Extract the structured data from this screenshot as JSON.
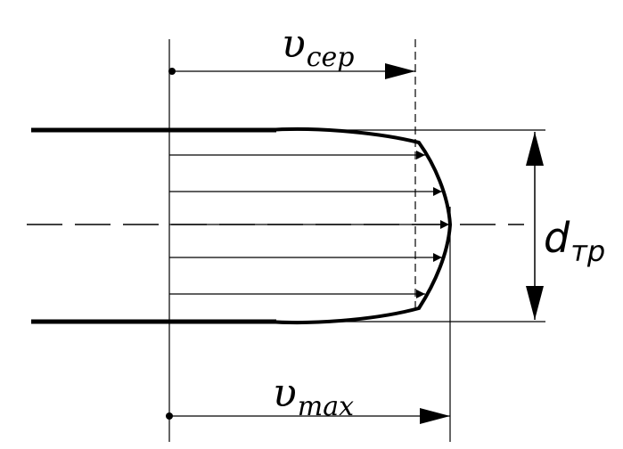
{
  "labels": {
    "v_cep": {
      "symbol": "υ",
      "subscript": "cep"
    },
    "v_max": {
      "symbol": "υ",
      "subscript": "max"
    },
    "d_tp": {
      "symbol": "d",
      "subscript": "тр"
    }
  },
  "colors": {
    "stroke": "#000000",
    "background": "#ffffff"
  }
}
